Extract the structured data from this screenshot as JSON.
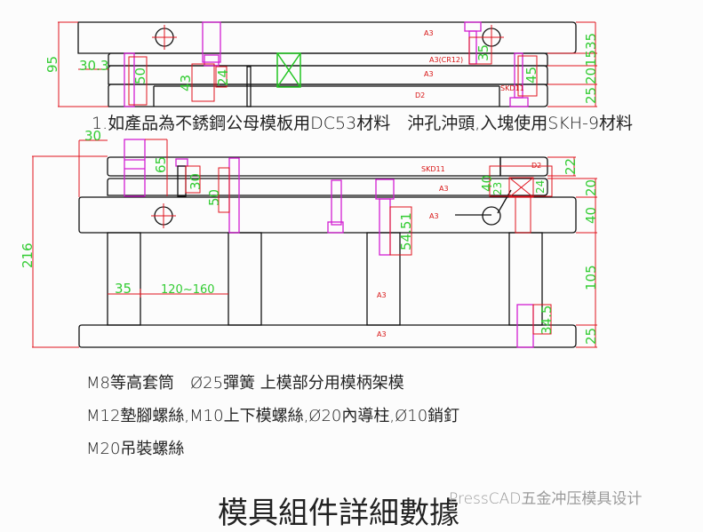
{
  "colors": {
    "outline": "#111111",
    "dimension_line": "#e0141e",
    "dimension_text": "#33cc33",
    "bolt": "#d21ed2",
    "material_label": "#d81414"
  },
  "top_view": {
    "materials": [
      "A3",
      "A3(CR12)",
      "A3",
      "D2",
      "SKD11"
    ],
    "dimensions": [
      "95",
      "30.3",
      "50",
      "43",
      "24",
      "35",
      "35",
      "20",
      "15",
      "45",
      "25"
    ]
  },
  "note_1": "1.如產品為不銹鋼公母模板用DC53材料　沖孔沖頭,入塊使用SKH-9材料",
  "bottom_view": {
    "materials": [
      "SKD11",
      "D2",
      "A3",
      "A3",
      "A3",
      "A3"
    ],
    "dimensions": [
      "30",
      "65",
      "30",
      "50",
      "216",
      "35",
      "120~160",
      "40",
      "23",
      "24",
      "54.51",
      "34.5",
      "22",
      "20",
      "40",
      "105",
      "25"
    ]
  },
  "notes": [
    "M8等高套筒　Ø25彈簧 上模部分用模柄架模",
    "M12墊腳螺絲,M10上下模螺絲,Ø20內導柱,Ø10銷釘",
    "M20吊裝螺絲"
  ],
  "title": "模具組件詳細數據",
  "watermark": "PressCAD五金冲压模具设计"
}
